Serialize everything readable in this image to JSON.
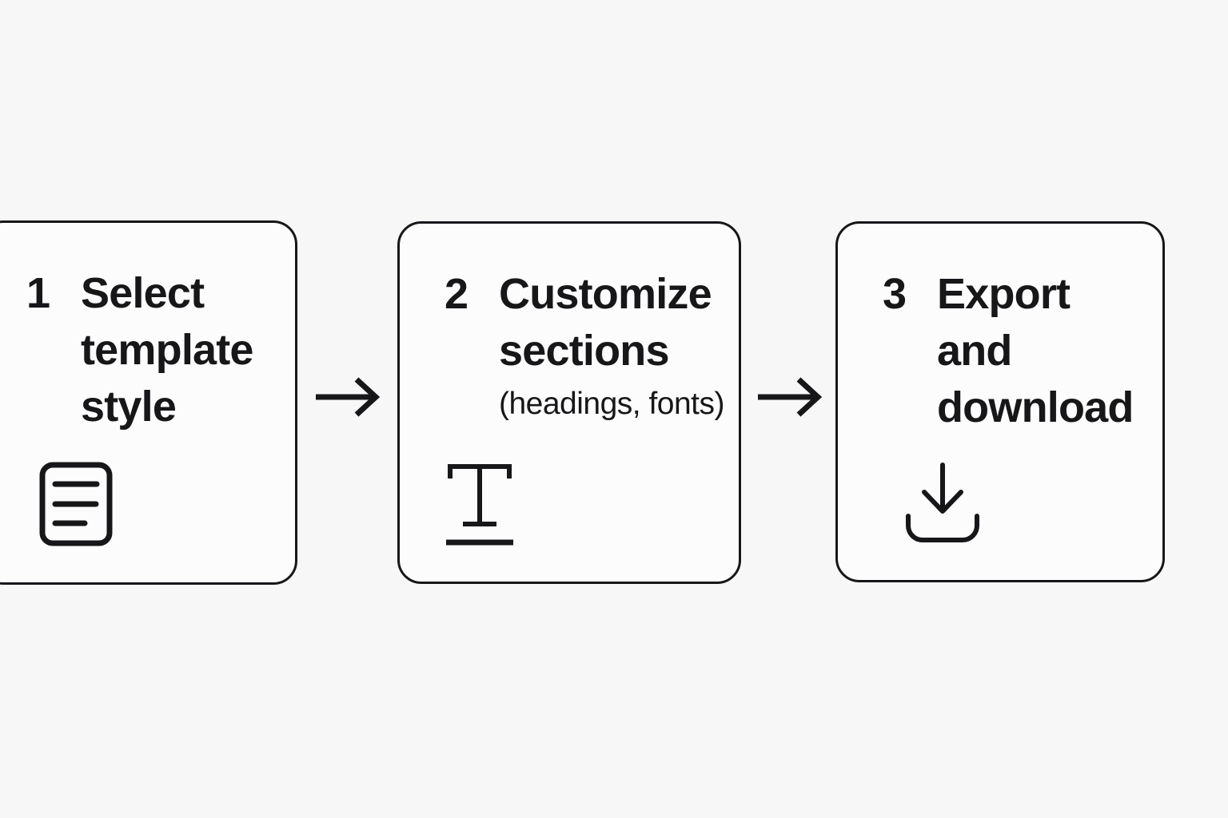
{
  "page": {
    "background_color": "#f7f7f8",
    "card_fill_color": "#fcfcfd",
    "stroke_color": "#17171a"
  },
  "steps": [
    {
      "number": "1",
      "title_lines": [
        "Select",
        "template",
        "style"
      ],
      "subtitle": "",
      "icon": "document-icon"
    },
    {
      "number": "2",
      "title_lines": [
        "Customize",
        "sections"
      ],
      "subtitle": "(headings, fonts)",
      "icon": "text-style-icon"
    },
    {
      "number": "3",
      "title_lines": [
        "Export",
        "and",
        "download"
      ],
      "subtitle": "",
      "icon": "download-icon"
    }
  ],
  "connectors": [
    {
      "type": "arrow-right"
    },
    {
      "type": "arrow-right"
    }
  ]
}
